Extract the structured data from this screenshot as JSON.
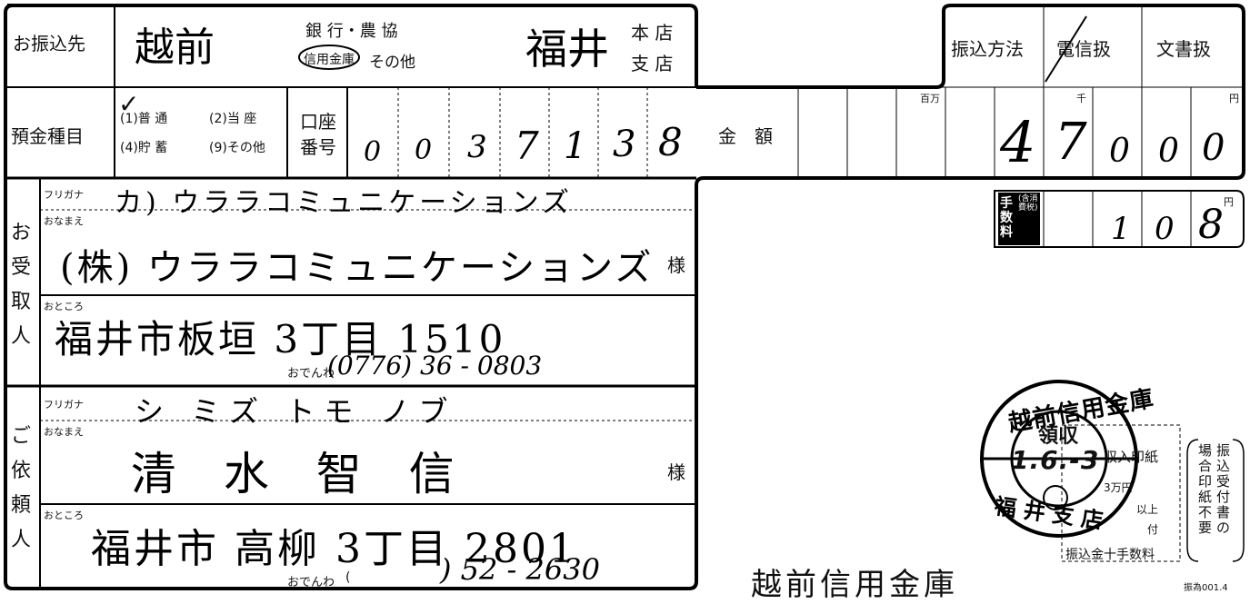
{
  "recipient_bank": {
    "label": "お振込先",
    "bank_name": "越前",
    "bank_type_line1": "銀 行・農 協",
    "bank_type_selected": "信用金庫",
    "bank_type_other": "その他",
    "branch_name": "福井",
    "head_office": "本 店",
    "branch_office": "支 店"
  },
  "transfer_method": {
    "label": "振込方法",
    "option1": "電信扱",
    "option2": "文書扱"
  },
  "account": {
    "deposit_type_label": "預金種目",
    "deposit_opt1": "(1)普 通",
    "deposit_opt2": "(2)当 座",
    "deposit_opt3": "(4)貯 蓄",
    "deposit_opt4": "(9)その他",
    "account_no_label1": "口座",
    "account_no_label2": "番号",
    "account_digits": [
      "0",
      "0",
      "3",
      "7",
      "1",
      "3",
      "8"
    ]
  },
  "amount": {
    "label": "金　額",
    "unit_million": "百万",
    "unit_thousand": "千",
    "unit_yen": "円",
    "digits": [
      "4",
      "7",
      "0",
      "0",
      "0"
    ]
  },
  "fee": {
    "label_main": "手数料",
    "label_sub": "(含消費税)",
    "unit": "円",
    "digits": [
      "1",
      "0",
      "8"
    ]
  },
  "recipient": {
    "side": [
      "お",
      "受",
      "取",
      "人"
    ],
    "furigana_label": "フリガナ",
    "furigana": "カ) ウララコミュニケーションズ",
    "name_label": "おなまえ",
    "name": "(株) ウララコミュニケーションズ",
    "honorific": "様",
    "address_label": "おところ",
    "address": "福井市板垣 3丁目 1510",
    "phone_label": "おでんわ",
    "phone": "(0776) 36 - 0803"
  },
  "requester": {
    "side": [
      "ご",
      "依",
      "頼",
      "人"
    ],
    "furigana_label": "フリガナ",
    "furigana": "シ ミズ トモ ノブ",
    "name_label": "おなまえ",
    "name": "清 水 智 信",
    "honorific": "様",
    "address_label": "おところ",
    "address": "福井市 高柳 3丁目 2801",
    "phone_label": "おでんわ",
    "phone_open": "(",
    "phone": ") 52 - 2630"
  },
  "stamp": {
    "top_text": "越前信用金庫",
    "receipt": "領収",
    "date": "1.6.-3",
    "bottom_text": "福井支店"
  },
  "revenue_stamp": {
    "label": "収入印紙",
    "note1": "3万円",
    "note2": "以上",
    "note3": "付",
    "bottom": "振込金十手数料"
  },
  "receipt_note": [
    "振込受付書の",
    "場合印紙不要"
  ],
  "footer": {
    "bank_name": "越前信用金庫",
    "form_code": "振為001.4"
  }
}
